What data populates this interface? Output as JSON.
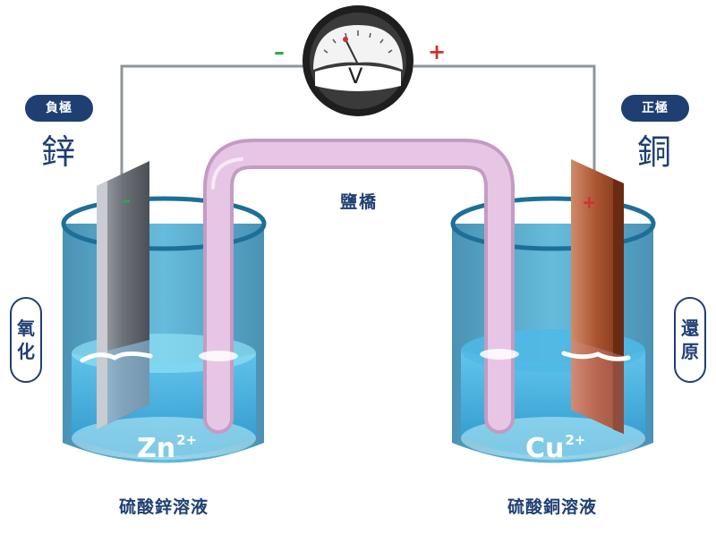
{
  "meter": {
    "symbol": "V",
    "minus": "–",
    "plus": "+"
  },
  "anode": {
    "tag": "負極",
    "element": "鋅",
    "process": [
      "氧",
      "化"
    ],
    "ion": "Zn",
    "charge": "2+",
    "solution": "硫酸鋅溶液",
    "sign": "–"
  },
  "cathode": {
    "tag": "正極",
    "element": "銅",
    "process": [
      "還",
      "原"
    ],
    "ion": "Cu",
    "charge": "2+",
    "solution": "硫酸銅溶液",
    "sign": "+"
  },
  "salt_bridge": {
    "label": "鹽橋"
  },
  "colors": {
    "navy": "#1f3f73",
    "minus": "#2fa84f",
    "plus": "#d32f2f",
    "bridge": "#e6c2e0",
    "copper": "#b2553a",
    "zinc": "#8d9299",
    "solution": "#5cc2ea"
  }
}
